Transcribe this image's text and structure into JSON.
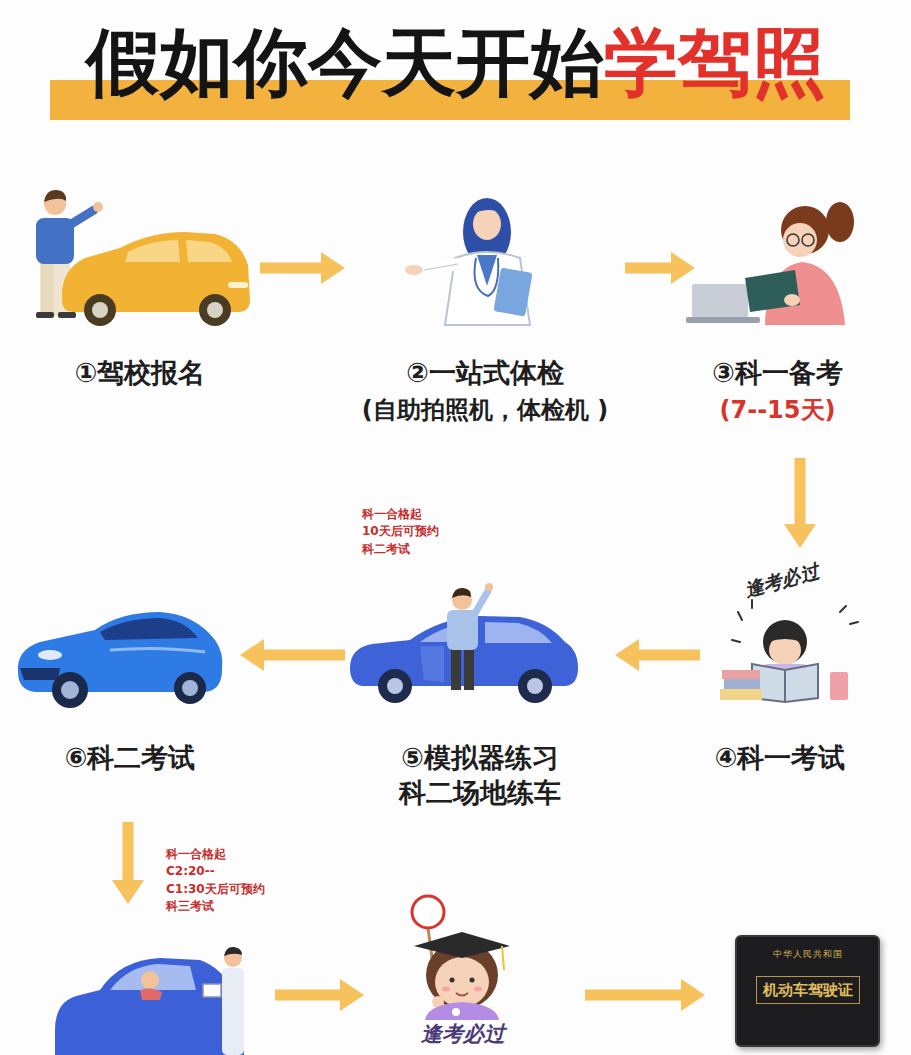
{
  "diagram": {
    "title": "假如你今天开始学驾照",
    "nodes": [
      {
        "text": [
          "①驾校报名"
        ]
      },
      {
        "text": [
          "②一站式体检",
          "(自助拍照机，体检机 )"
        ]
      },
      {
        "text": [
          "③科一备考",
          "(7--15天)"
        ]
      },
      {
        "text": [
          "④科一考试"
        ]
      },
      {
        "text": [
          "⑤模拟器练习 科二场地练车"
        ]
      },
      {
        "text": [
          "⑥科二考试"
        ]
      },
      {
        "text": [
          "逢考必过"
        ]
      },
      {
        "text": [
          "中华人民共和国",
          "机动车驾驶证"
        ]
      }
    ],
    "edges": [
      {
        "from": 0,
        "to": 1,
        "arrow": "to"
      },
      {
        "from": 1,
        "to": 2,
        "arrow": "to"
      },
      {
        "from": 2,
        "to": 3,
        "arrow": "to"
      },
      {
        "from": 3,
        "to": 4,
        "arrow": "to"
      },
      {
        "from": 4,
        "to": 5,
        "arrow": "to"
      },
      {
        "from": 6,
        "to": 7,
        "arrow": "to"
      }
    ],
    "labels": [
      "科一合格起 10天后可预约 科二考试",
      "逢考必过",
      "科一合格起 C2:20--C1:30天后可预约 科三考试"
    ]
  }
}
